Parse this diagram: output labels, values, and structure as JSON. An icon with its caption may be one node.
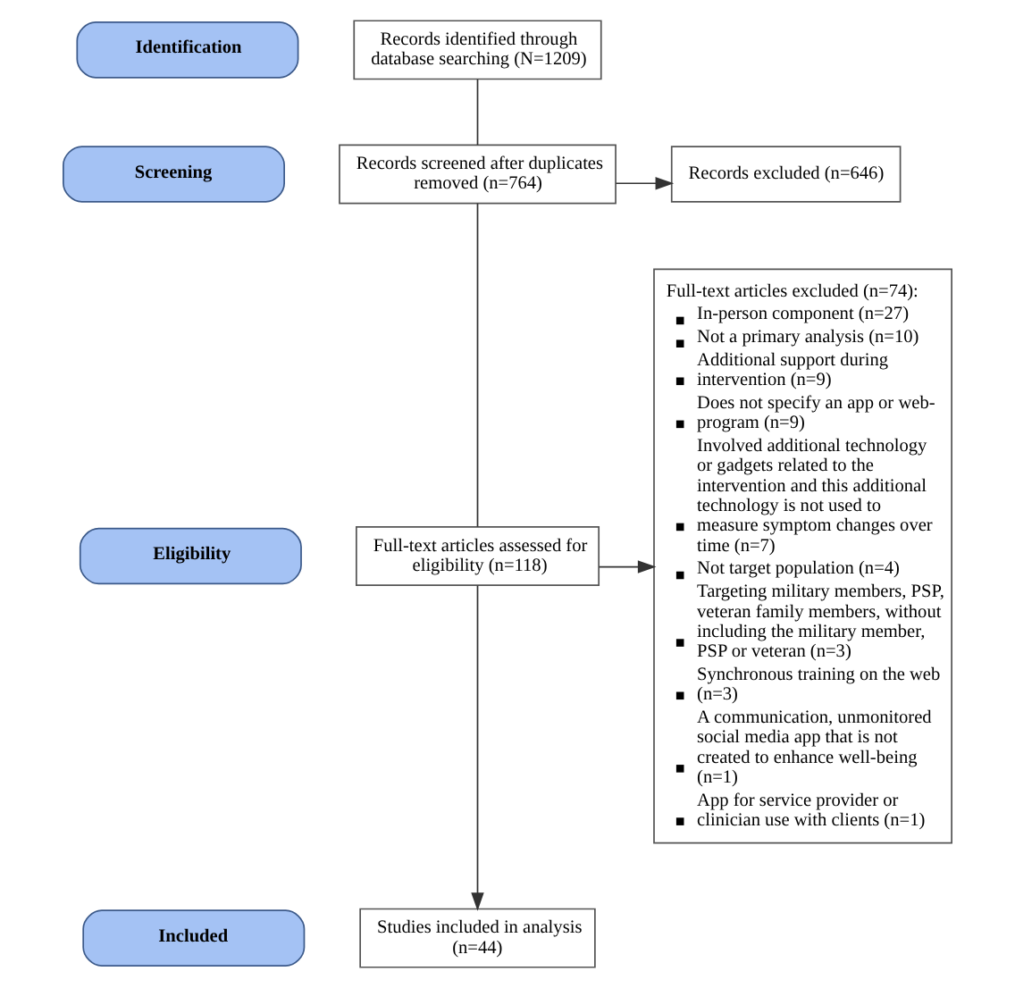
{
  "diagram": {
    "nodes": [
      {
        "text": [
          "Identification"
        ]
      },
      {
        "text": [
          "Records identified through database searching (N=1209)"
        ]
      },
      {
        "text": [
          "Screening"
        ]
      },
      {
        "text": [
          "Records screened after duplicates removed (n=764)"
        ]
      },
      {
        "text": [
          "Records excluded (n=646)"
        ]
      },
      {
        "text": [
          "Eligibility"
        ]
      },
      {
        "text": [
          "Full-text articles assessed for eligibility (n=118)"
        ]
      },
      {
        "text": [
          "Full-text articles excluded (n=74):",
          "In-person component (n=27)",
          "Not a primary analysis (n=10)",
          "Additional support during intervention (n=9)",
          "Does not specify an app or web-program (n=9)",
          "Involved additional technology or gadgets related to the intervention and this additional technology is not used to measure symptom changes over time (n=7)",
          "Not target population (n=4)",
          "Targeting military members, PSP, veteran family members, without including the military member, PSP or veteran (n=3)",
          "Synchronous training on the web (n=3)",
          "A communication, unmonitored social media app that is not created to enhance well-being (n=1)",
          "App for service provider or clinician use with clients (n=1)"
        ]
      },
      {
        "text": [
          "Included"
        ]
      },
      {
        "text": [
          "Studies included in analysis (n=44)"
        ]
      }
    ],
    "edges": [
      {
        "from": 1,
        "to": 3,
        "arrow": "none"
      },
      {
        "from": 3,
        "to": 4,
        "arrow": "to"
      },
      {
        "from": 3,
        "to": 6,
        "arrow": "none"
      },
      {
        "from": 6,
        "to": 7,
        "arrow": "to"
      },
      {
        "from": 6,
        "to": 9,
        "arrow": "to"
      }
    ]
  }
}
